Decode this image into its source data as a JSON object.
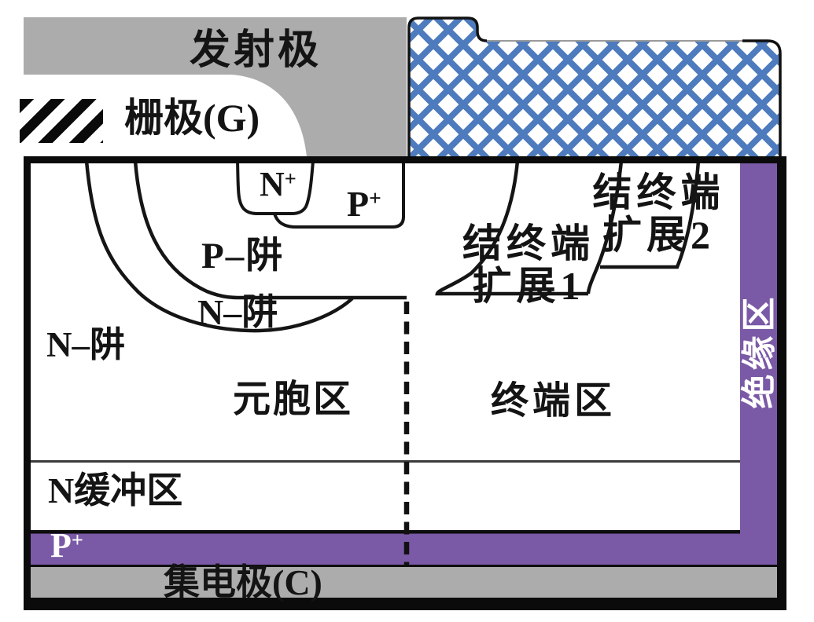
{
  "colors": {
    "electrode_gray": "#ACACAC",
    "insulator_purple": "#7A59A6",
    "hatch_blue": "#4D7BBD",
    "line_black": "#141414"
  },
  "top": {
    "emitter_label": "发射极",
    "gate_label": "栅极(G)"
  },
  "device": {
    "cell": {
      "n_plus": {
        "base": "N",
        "sup": "+"
      },
      "p_plus": {
        "base": "P",
        "sup": "+"
      },
      "p_well": "P–阱",
      "n_well_inner": "N–阱",
      "n_drift": "N–阱",
      "region_label": "元胞区"
    },
    "termination": {
      "region_label": "终端区",
      "jte1": {
        "line1": "结终端",
        "line2": "扩展1"
      },
      "jte2": {
        "line1": "结终端",
        "line2": "扩展2"
      },
      "insulation": "绝缘区"
    },
    "bottom": {
      "n_buffer": "N缓冲区",
      "p_plus": {
        "base": "P",
        "sup": "+"
      },
      "collector": "集电极(C)"
    }
  }
}
